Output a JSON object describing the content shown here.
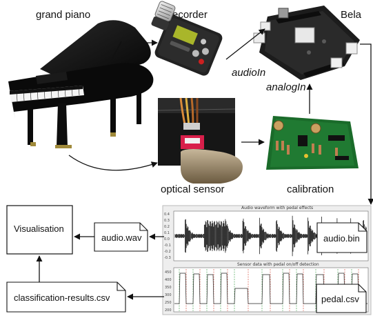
{
  "labels": {
    "grand_piano": "grand piano",
    "recorder": "recorder",
    "bela": "Bela",
    "audio_in": "audioIn",
    "analog_in": "analogIn",
    "optical_sensor": "optical sensor",
    "calibration": "calibration"
  },
  "files": {
    "visualisation": "Visualisation",
    "audio_wav": "audio.wav",
    "audio_bin": "audio.bin",
    "classification_results": "classification-results.csv",
    "pedal_csv": "pedal.csv"
  },
  "plots": {
    "top_title": "Audio waveform with pedal effects",
    "bottom_title": "Sensor data with pedal on/off detection",
    "top_yticks": [
      "0.4",
      "0.3",
      "0.2",
      "0.1",
      "0.0",
      "-0.1",
      "-0.2",
      "-0.3"
    ],
    "bottom_yticks": [
      "450",
      "400",
      "350",
      "300",
      "250",
      "200"
    ]
  },
  "colors": {
    "piano": "#0c0c0c",
    "board": "#1a6b2a",
    "cape": "#1f1f1f",
    "onset_green": "#2e9b3a",
    "offset_red": "#d23a2a"
  }
}
